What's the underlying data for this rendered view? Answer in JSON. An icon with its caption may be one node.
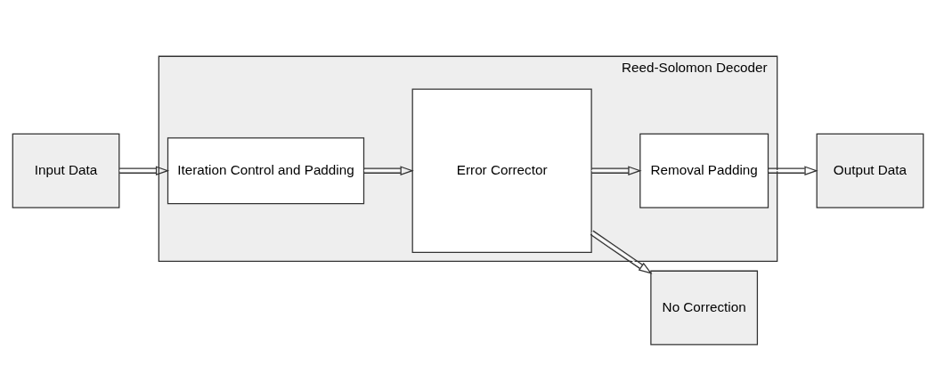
{
  "diagram": {
    "nodes": [
      {
        "text": [
          "Input Data"
        ]
      },
      {
        "text": [
          "Reed-Solomon Decoder"
        ]
      },
      {
        "text": [
          "Iteration Control and Padding"
        ],
        "in": 1
      },
      {
        "text": [
          "Error Corrector"
        ],
        "in": 1
      },
      {
        "text": [
          "Removal Padding"
        ],
        "in": 1
      },
      {
        "text": [
          "Output Data"
        ]
      },
      {
        "text": [
          "No Correction"
        ]
      }
    ],
    "edges": [
      {
        "from": 0,
        "to": 2,
        "arrow": "to"
      },
      {
        "from": 2,
        "to": 3,
        "arrow": "to"
      },
      {
        "from": 3,
        "to": 4,
        "arrow": "to"
      },
      {
        "from": 4,
        "to": 5,
        "arrow": "to"
      },
      {
        "from": 3,
        "to": 6,
        "arrow": "to"
      }
    ]
  }
}
